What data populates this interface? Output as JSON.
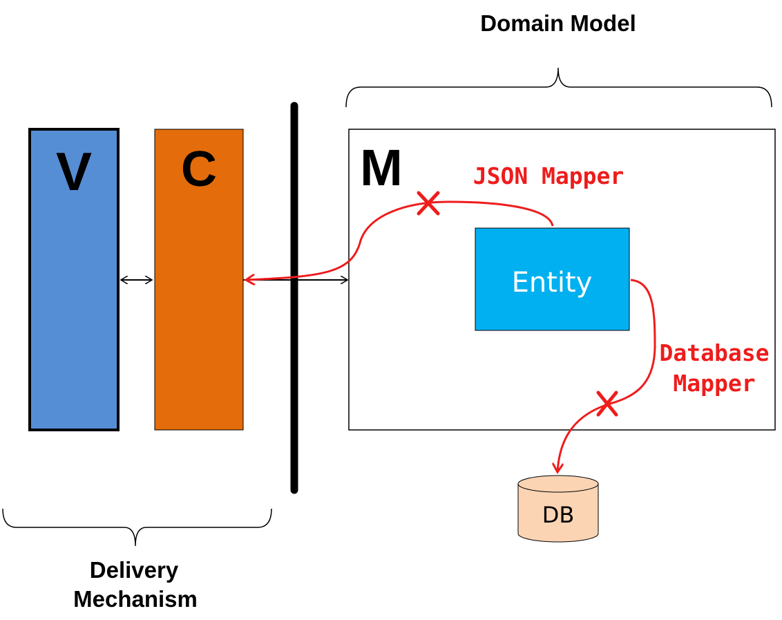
{
  "labels": {
    "domain_model": "Domain Model",
    "delivery_mechanism_line1": "Delivery",
    "delivery_mechanism_line2": "Mechanism",
    "view": "V",
    "controller": "C",
    "model": "M",
    "entity": "Entity",
    "db": "DB",
    "json_mapper": "JSON Mapper",
    "database_mapper_line1": "Database",
    "database_mapper_line2": "Mapper"
  },
  "colors": {
    "view_fill": "#558ed5",
    "controller_fill": "#e46c0a",
    "entity_fill": "#00b0f0",
    "db_fill": "#fbd4b4",
    "mapper_red": "#ee1c1c",
    "boundary": "#000000"
  }
}
